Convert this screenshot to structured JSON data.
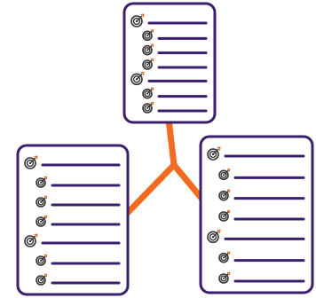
{
  "diagram": {
    "colors": {
      "page_border": "#3a1f6b",
      "line": "#3a1f6b",
      "connector": "#f26b21",
      "icon": "#333333",
      "icon_accent": "#f26b21",
      "background": "#ffffff"
    },
    "icon_name": "target-icon",
    "documents": [
      {
        "id": "doc-top",
        "items": [
          {
            "level": 1
          },
          {
            "level": 2
          },
          {
            "level": 2
          },
          {
            "level": 2
          },
          {
            "level": 1
          },
          {
            "level": 2
          },
          {
            "level": 2
          }
        ]
      },
      {
        "id": "doc-left",
        "items": [
          {
            "level": 1
          },
          {
            "level": 2
          },
          {
            "level": 2
          },
          {
            "level": 2
          },
          {
            "level": 1
          },
          {
            "level": 2
          },
          {
            "level": 2
          }
        ]
      },
      {
        "id": "doc-right",
        "items": [
          {
            "level": 1
          },
          {
            "level": 2
          },
          {
            "level": 2
          },
          {
            "level": 2
          },
          {
            "level": 1
          },
          {
            "level": 2
          },
          {
            "level": 2
          }
        ]
      }
    ],
    "connector_shape": "Y-branch"
  }
}
